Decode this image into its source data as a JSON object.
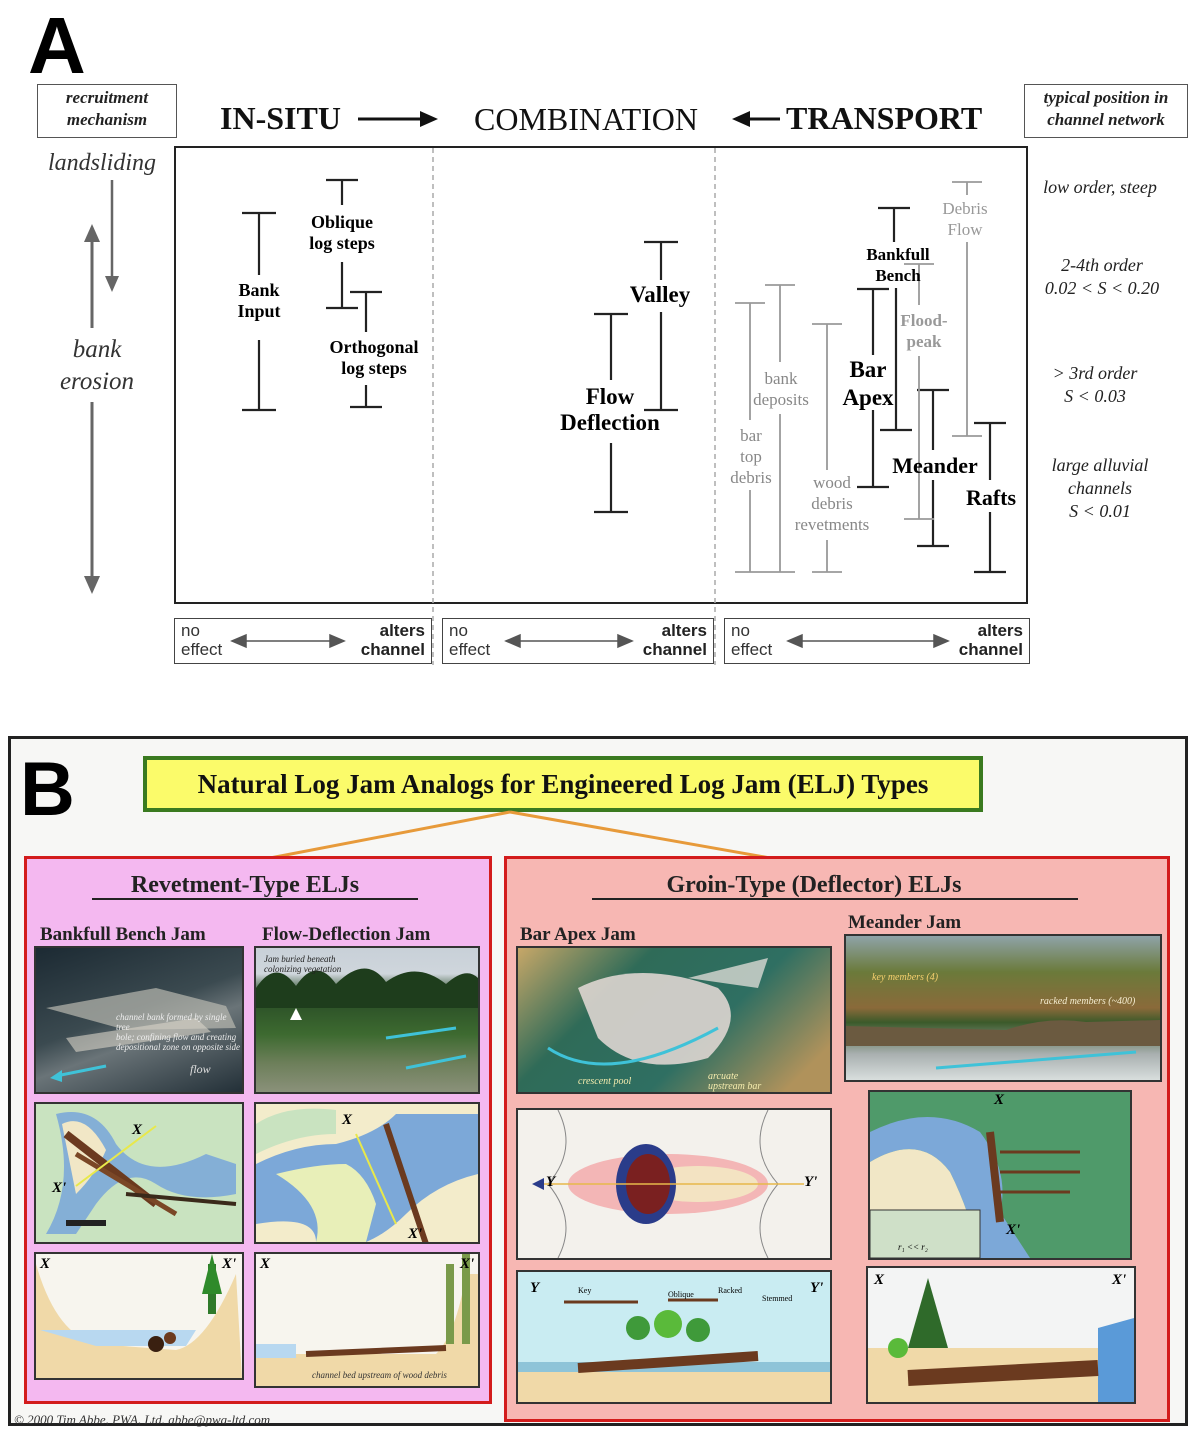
{
  "panelA": {
    "letter": "A",
    "recruitment_box": [
      "recruitment",
      "mechanism"
    ],
    "position_box": [
      "typical position in",
      "channel network"
    ],
    "header": {
      "in_situ": "IN-SITU",
      "combination": "COMBINATION",
      "transport": "TRANSPORT"
    },
    "left": {
      "landsliding": "landsliding",
      "bank_erosion": [
        "bank",
        "erosion"
      ]
    },
    "right_notes": [
      [
        "low order, steep"
      ],
      [
        "2-4th order",
        "0.02 < S < 0.20"
      ],
      [
        "> 3rd order",
        "S < 0.03"
      ],
      [
        "large alluvial",
        "channels",
        "S < 0.01"
      ]
    ],
    "jam_labels": {
      "bank_input": [
        "Bank",
        "Input"
      ],
      "oblique": [
        "Oblique",
        "log  steps"
      ],
      "orthogonal": [
        "Orthogonal",
        "log  steps"
      ],
      "valley": [
        "Valley"
      ],
      "flow_deflection": [
        "Flow",
        "Deflection"
      ],
      "bar_top_debris": [
        "bar",
        "top",
        "debris"
      ],
      "bank_deposits": [
        "bank",
        "deposits"
      ],
      "wood_debris": [
        "wood",
        "debris",
        "revetments"
      ],
      "bankfull_bench": [
        "Bankfull",
        "Bench"
      ],
      "debris_flow": [
        "Debris",
        "Flow"
      ],
      "flood_peak": [
        "Flood-",
        "peak"
      ],
      "bar_apex": [
        "Bar",
        "Apex"
      ],
      "meander": [
        "Meander"
      ],
      "rafts": [
        "Rafts"
      ]
    },
    "effect_scale": {
      "left": [
        "no",
        "effect"
      ],
      "right": [
        "alters",
        "channel"
      ]
    }
  },
  "panelB": {
    "letter": "B",
    "title": "Natural Log Jam Analogs for Engineered Log Jam (ELJ) Types",
    "revetment": {
      "title": "Revetment-Type ELJs",
      "bankfull": "Bankfull Bench Jam",
      "flow": "Flow-Deflection Jam",
      "photo1_caption": [
        "channel bank formed by single tree",
        "bole; confining flow and creating",
        "depositional zone on opposite side"
      ],
      "photo1_flow": "flow",
      "photo2_caption": [
        "Jam buried beneath",
        "colonizing vegetation"
      ],
      "plan_label_x": "X",
      "plan_label_xp": "X'",
      "bed_caption": "channel bed upstream of wood debris"
    },
    "groin": {
      "title": "Groin-Type (Deflector) ELJs",
      "barapex": "Bar Apex Jam",
      "meander": "Meander Jam",
      "photo3_caption_left": "crescent pool",
      "photo3_caption_right": [
        "arcuate",
        "upstream bar"
      ],
      "photo4_key": "key members (4)",
      "photo4_racked": "racked members (~400)",
      "plan_label_y": "Y",
      "plan_label_yp": "Y'",
      "section_labels": {
        "key": "Key",
        "oblique": "Oblique",
        "racked": "Racked",
        "stemmed": "Stemmed"
      },
      "meander_eq": "r₁ << r₂"
    },
    "credit": "©  2000    Tim Abbe,  PWA, Ltd.  abbe@pwa-ltd.com"
  },
  "colors": {
    "group_border": "#d31c1c",
    "title_bg": "#fbfb6a",
    "title_border": "#3a7a1f",
    "connector": "#e79a3a",
    "revetment_bg": "#f4b8f0",
    "groin_bg": "#f7b7b3"
  }
}
